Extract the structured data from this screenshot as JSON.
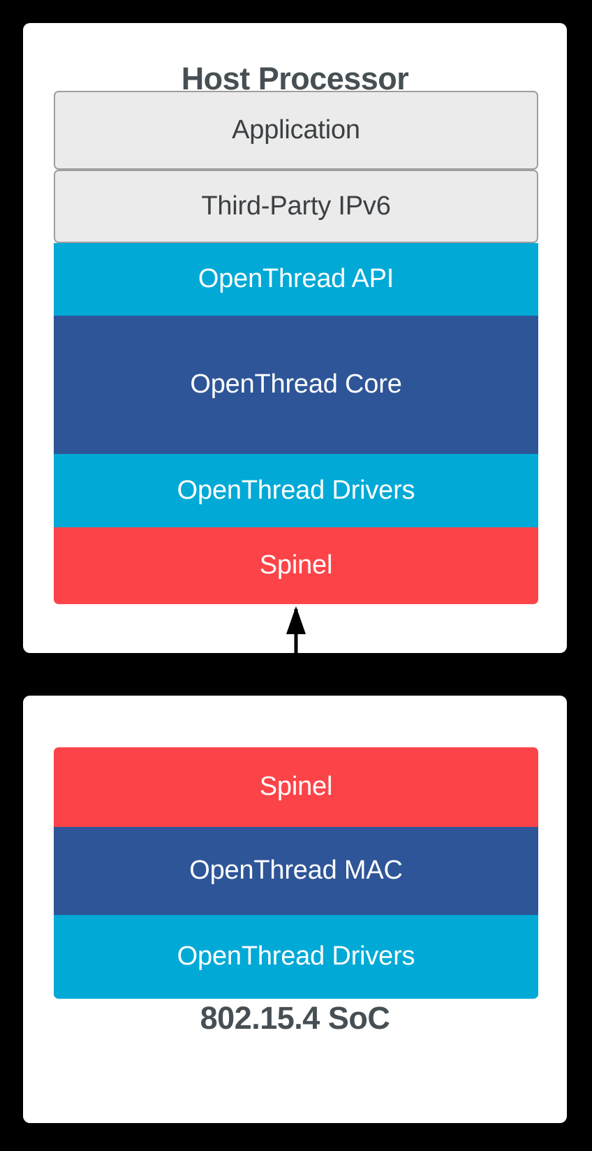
{
  "diagram": {
    "title": "OpenThread RCP architecture",
    "background": "#000000",
    "panel_background": "#FFFFFF"
  },
  "colors": {
    "cyan": "#00A9D6",
    "dark_blue": "#2E5597",
    "red": "#FC4448",
    "light_gray_fill": "#EBEBEB",
    "light_gray_border": "#9E9E9E",
    "title_text": "#464F54",
    "dark_text": "#3C4043",
    "light_text": "#FFFFFF",
    "arrow": "#000000"
  },
  "panels": [
    {
      "id": "host-processor",
      "title": "Host Processor",
      "title_position": "top",
      "layers": [
        {
          "label": "Application",
          "style": "outlined",
          "text_color": "#3C4043"
        },
        {
          "label": "Third-Party IPv6",
          "style": "outlined",
          "text_color": "#3C4043"
        },
        {
          "label": "OpenThread API",
          "style": "cyan",
          "text_color": "#FFFFFF"
        },
        {
          "label": "OpenThread Core",
          "style": "blue",
          "text_color": "#FFFFFF"
        },
        {
          "label": "OpenThread Drivers",
          "style": "cyan",
          "text_color": "#FFFFFF"
        },
        {
          "label": "Spinel",
          "style": "red",
          "text_color": "#FFFFFF"
        }
      ]
    },
    {
      "id": "soc",
      "title": "802.15.4 SoC",
      "title_position": "bottom",
      "layers": [
        {
          "label": "Spinel",
          "style": "red",
          "text_color": "#FFFFFF"
        },
        {
          "label": "OpenThread MAC",
          "style": "blue",
          "text_color": "#FFFFFF"
        },
        {
          "label": "OpenThread Drivers",
          "style": "cyan",
          "text_color": "#FFFFFF"
        }
      ]
    }
  ],
  "connector": {
    "name": "spinel-link",
    "type": "double-headed-arrow",
    "orientation": "vertical",
    "from": "Spinel (Host Processor)",
    "to": "Spinel (802.15.4 SoC)"
  }
}
